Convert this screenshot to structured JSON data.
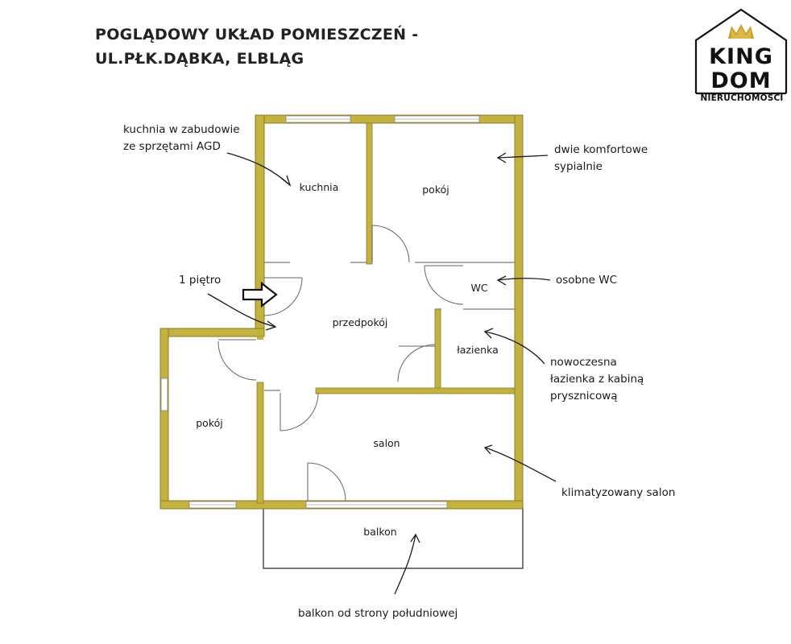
{
  "header": {
    "title_line1": "POGLĄDOWY UKŁAD POMIESZCZEŃ -",
    "title_line2": "UL.PŁK.DĄBKA, ELBLĄG"
  },
  "logo": {
    "text_top": "KING",
    "text_bottom": "DOM",
    "subtitle": "NIERUCHOMOŚCI",
    "accent_color": "#c9a227"
  },
  "rooms": {
    "kuchnia": "kuchnia",
    "pokoj_top": "pokój",
    "wc": "WC",
    "przedpokoj": "przedpokój",
    "lazienka": "łazienka",
    "pokoj_left": "pokój",
    "salon": "salon",
    "balkon": "balkon"
  },
  "notes": {
    "kitchen_line1": "kuchnia w zabudowie",
    "kitchen_line2": "ze sprzętami AGD",
    "bedrooms_line1": "dwie komfortowe",
    "bedrooms_line2": "sypialnie",
    "floor": "1 piętro",
    "wc": "osobne WC",
    "bath_line1": "nowoczesna",
    "bath_line2": "łazienka z kabiną",
    "bath_line3": "prysznicową",
    "salon": "klimatyzowany salon",
    "balcony": "balkon od strony południowej"
  },
  "colors": {
    "wall": "#c3b23f",
    "inner_wall": "#7a7a7a"
  }
}
